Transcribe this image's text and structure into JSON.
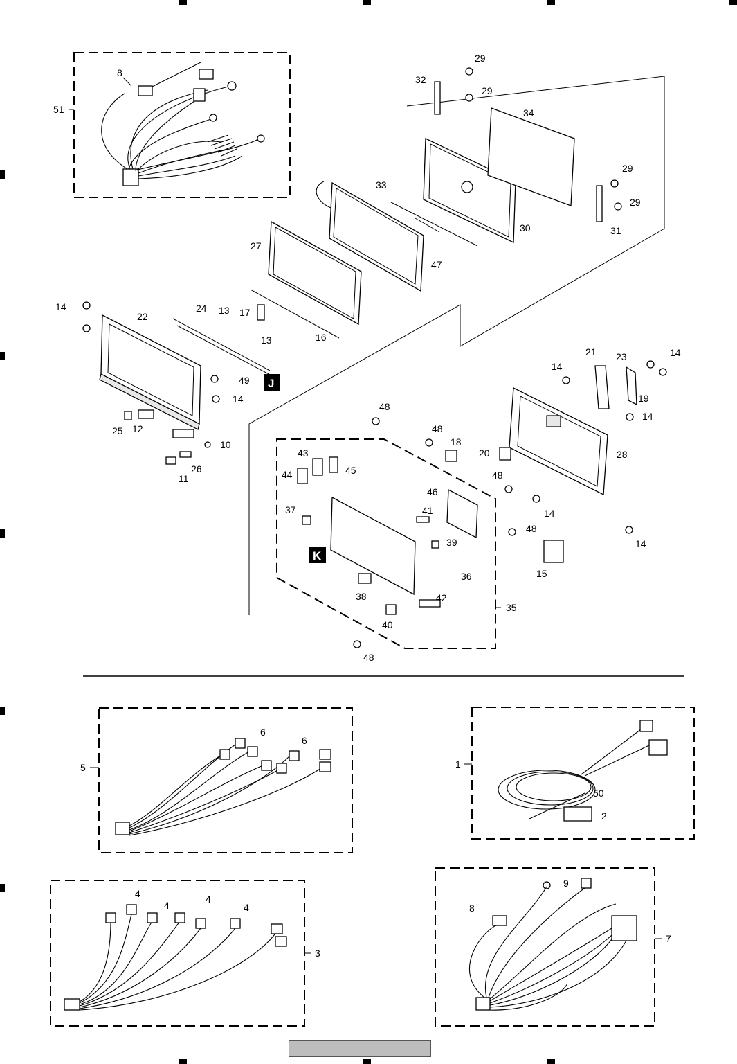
{
  "parts": {
    "p1": "1",
    "p2": "2",
    "p3": "3",
    "p4a": "4",
    "p4b": "4",
    "p4c": "4",
    "p4d": "4",
    "p5": "5",
    "p6a": "6",
    "p6b": "6",
    "p7": "7",
    "p8a": "8",
    "p8b": "8",
    "p9": "9",
    "p10": "10",
    "p11": "11",
    "p12": "12",
    "p13a": "13",
    "p13b": "13",
    "p14a": "14",
    "p14b": "14",
    "p14c": "14",
    "p14d": "14",
    "p14e": "14",
    "p14f": "14",
    "p14g": "14",
    "p15": "15",
    "p16": "16",
    "p17": "17",
    "p18": "18",
    "p19": "19",
    "p20": "20",
    "p21": "21",
    "p22": "22",
    "p23": "23",
    "p24": "24",
    "p25": "25",
    "p26": "26",
    "p27": "27",
    "p28": "28",
    "p29a": "29",
    "p29b": "29",
    "p29c": "29",
    "p29d": "29",
    "p30": "30",
    "p31": "31",
    "p32": "32",
    "p33": "33",
    "p34": "34",
    "p35": "35",
    "p36": "36",
    "p37": "37",
    "p38": "38",
    "p39": "39",
    "p40": "40",
    "p41": "41",
    "p42": "42",
    "p43": "43",
    "p44": "44",
    "p45": "45",
    "p46": "46",
    "p47": "47",
    "p48a": "48",
    "p48b": "48",
    "p48c": "48",
    "p48d": "48",
    "p48e": "48",
    "p49": "49",
    "p50": "50",
    "p51": "51"
  },
  "refs": {
    "j": "J",
    "k": "K"
  }
}
